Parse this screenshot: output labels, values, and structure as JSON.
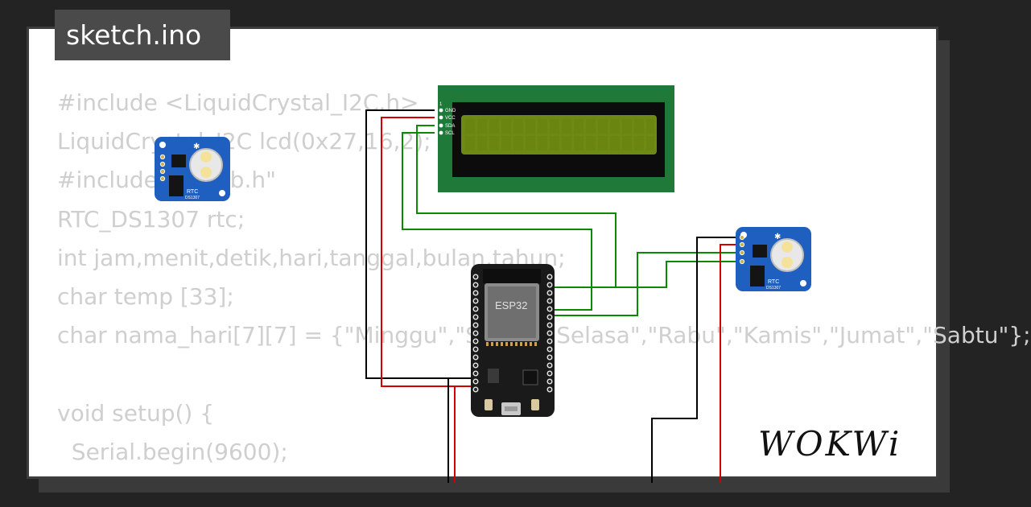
{
  "tab": {
    "filename": "sketch.ino"
  },
  "code": {
    "lines": [
      "#include <LiquidCrystal_I2C.h>",
      "LiquidCrystal_I2C lcd(0x27,16,2);",
      "#include \"RTClib.h\"",
      "RTC_DS1307 rtc;",
      "int jam,menit,detik,hari,tanggal,bulan,tahun;",
      "char temp [33];",
      "char nama_hari[7][7] = {\"Minggu\",\"Senin\",\"Selasa\",\"Rabu\",\"Kamis\",\"Jumat\",\"Sabtu\"};",
      "",
      "void setup() {",
      "  Serial.begin(9600);"
    ]
  },
  "lcd": {
    "pins": [
      "GND",
      "VCC",
      "SDA",
      "SCL"
    ],
    "pin_index_label": "1"
  },
  "esp32": {
    "label": "ESP32"
  },
  "rtc": {
    "label": "RTC",
    "sublabel": "DS1307"
  },
  "brand": {
    "logo_text": "WOKWi"
  },
  "colors": {
    "background": "#232323",
    "card": "#ffffff",
    "code_text": "#cfcfcf",
    "lcd_board": "#1f7a3a",
    "lcd_screen": "#6d8a14",
    "esp32_board": "#1a1a1a",
    "rtc_board": "#1f5fbf",
    "wire_gnd": "#000000",
    "wire_vcc": "#d40000",
    "wire_i2c": "#007a00"
  }
}
